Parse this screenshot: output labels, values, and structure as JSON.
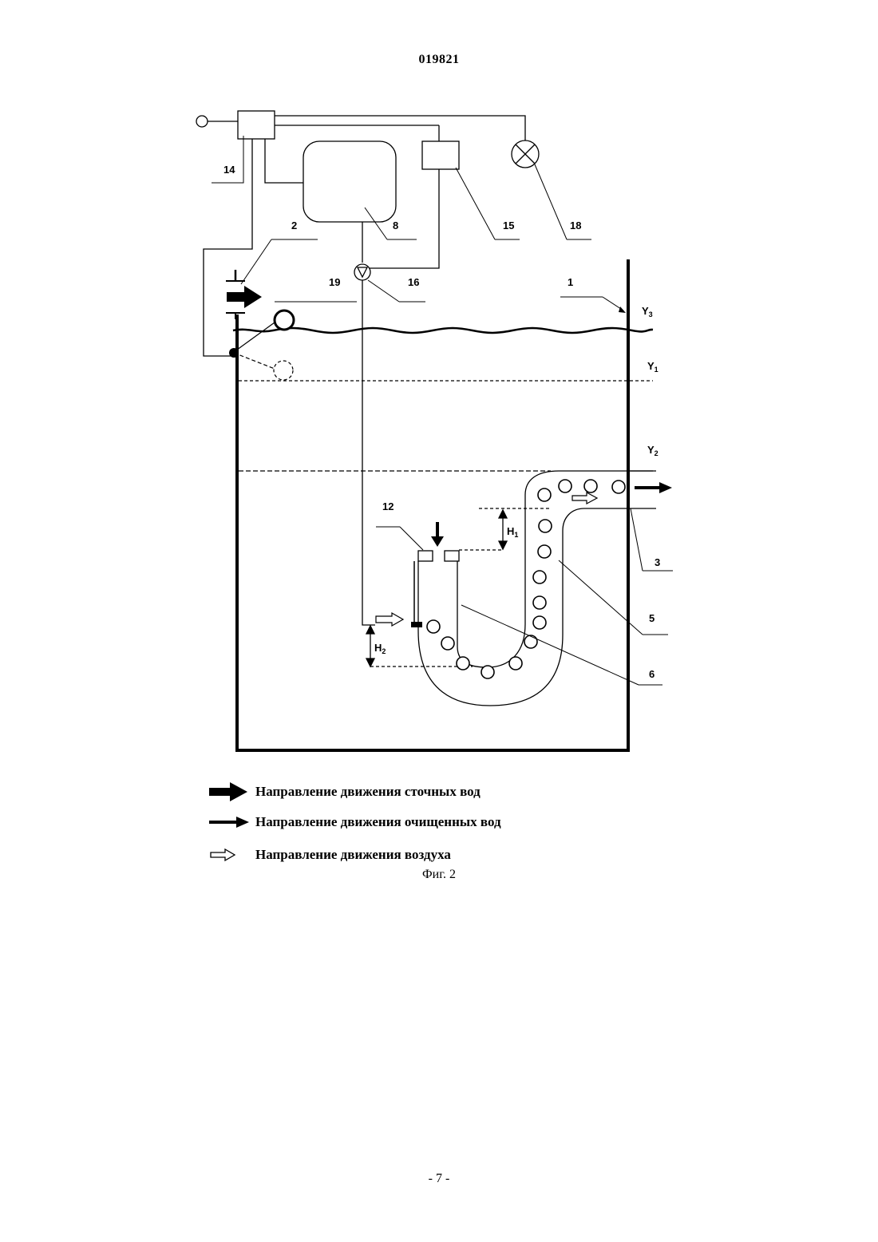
{
  "header": {
    "doc_number": "019821"
  },
  "diagram": {
    "labels": {
      "n1": "1",
      "n2": "2",
      "n3": "3",
      "n5": "5",
      "n6": "6",
      "n8": "8",
      "n12": "12",
      "n14": "14",
      "n15": "15",
      "n16": "16",
      "n18": "18",
      "n19": "19",
      "y1": "Y",
      "y1_sub": "1",
      "y2": "Y",
      "y2_sub": "2",
      "y3": "Y",
      "y3_sub": "3",
      "h1": "H",
      "h1_sub": "1",
      "h2": "H",
      "h2_sub": "2"
    }
  },
  "legend": [
    {
      "icon": "thick-black-arrow",
      "label": "Направление движения сточных вод"
    },
    {
      "icon": "thin-black-arrow",
      "label": "Направление движения очищенных вод"
    },
    {
      "icon": "hollow-arrow",
      "label": "Направление движения воздуха"
    }
  ],
  "caption": "Фиг. 2",
  "footer": {
    "page_number": "- 7 -"
  }
}
